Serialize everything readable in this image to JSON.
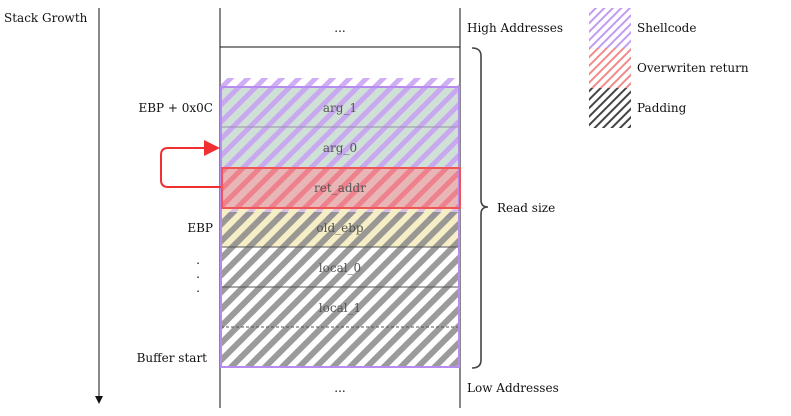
{
  "stack_growth_label": "Stack Growth",
  "addresses": {
    "high": "High Addresses",
    "low": "Low Addresses",
    "ellipsis_top": "...",
    "ellipsis_bottom": "..."
  },
  "cells": [
    {
      "label": "arg_1"
    },
    {
      "label": "arg_0"
    },
    {
      "label": "ret_addr"
    },
    {
      "label": "old_ebp"
    },
    {
      "label": "local_0"
    },
    {
      "label": "local_1"
    }
  ],
  "side_labels": {
    "ebp_offset": "EBP + 0x0C",
    "ebp": "EBP",
    "buffer_start": "Buffer start",
    "dots": [
      ".",
      ".",
      "."
    ]
  },
  "brace_label": "Read size",
  "legend": [
    {
      "label": "Shellcode",
      "color": "#c39bf0"
    },
    {
      "label": "Overwriten return",
      "color": "#f08a8a"
    },
    {
      "label": "Padding",
      "color": "#444444"
    }
  ],
  "colors": {
    "arg_fill": "#cfe0d6",
    "ret_fill": "#e9b6b6",
    "old_ebp_fill": "#f6eec6",
    "shellcode_border": "#b68cf0",
    "ret_border": "#f05454",
    "arrow_red": "#f03030"
  }
}
